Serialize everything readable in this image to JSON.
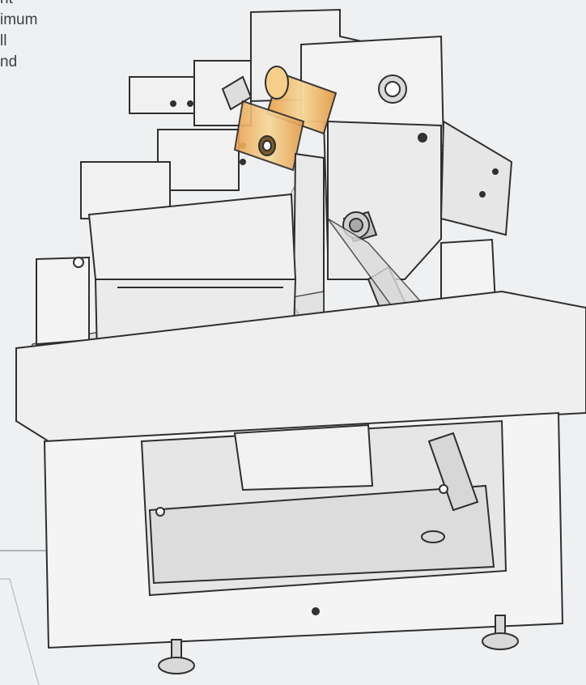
{
  "callout": {
    "lines": [
      "nt",
      "imum",
      "ll",
      "nd"
    ]
  },
  "colors": {
    "background": "#eef0f2",
    "line": "#2f2f2f",
    "machine_fill": "#ececec",
    "roller_orange": "#f0a85a",
    "roller_yellow": "#f3c96a",
    "leader_line": "#8a9096"
  },
  "icons": [
    "callout-leader-line"
  ]
}
